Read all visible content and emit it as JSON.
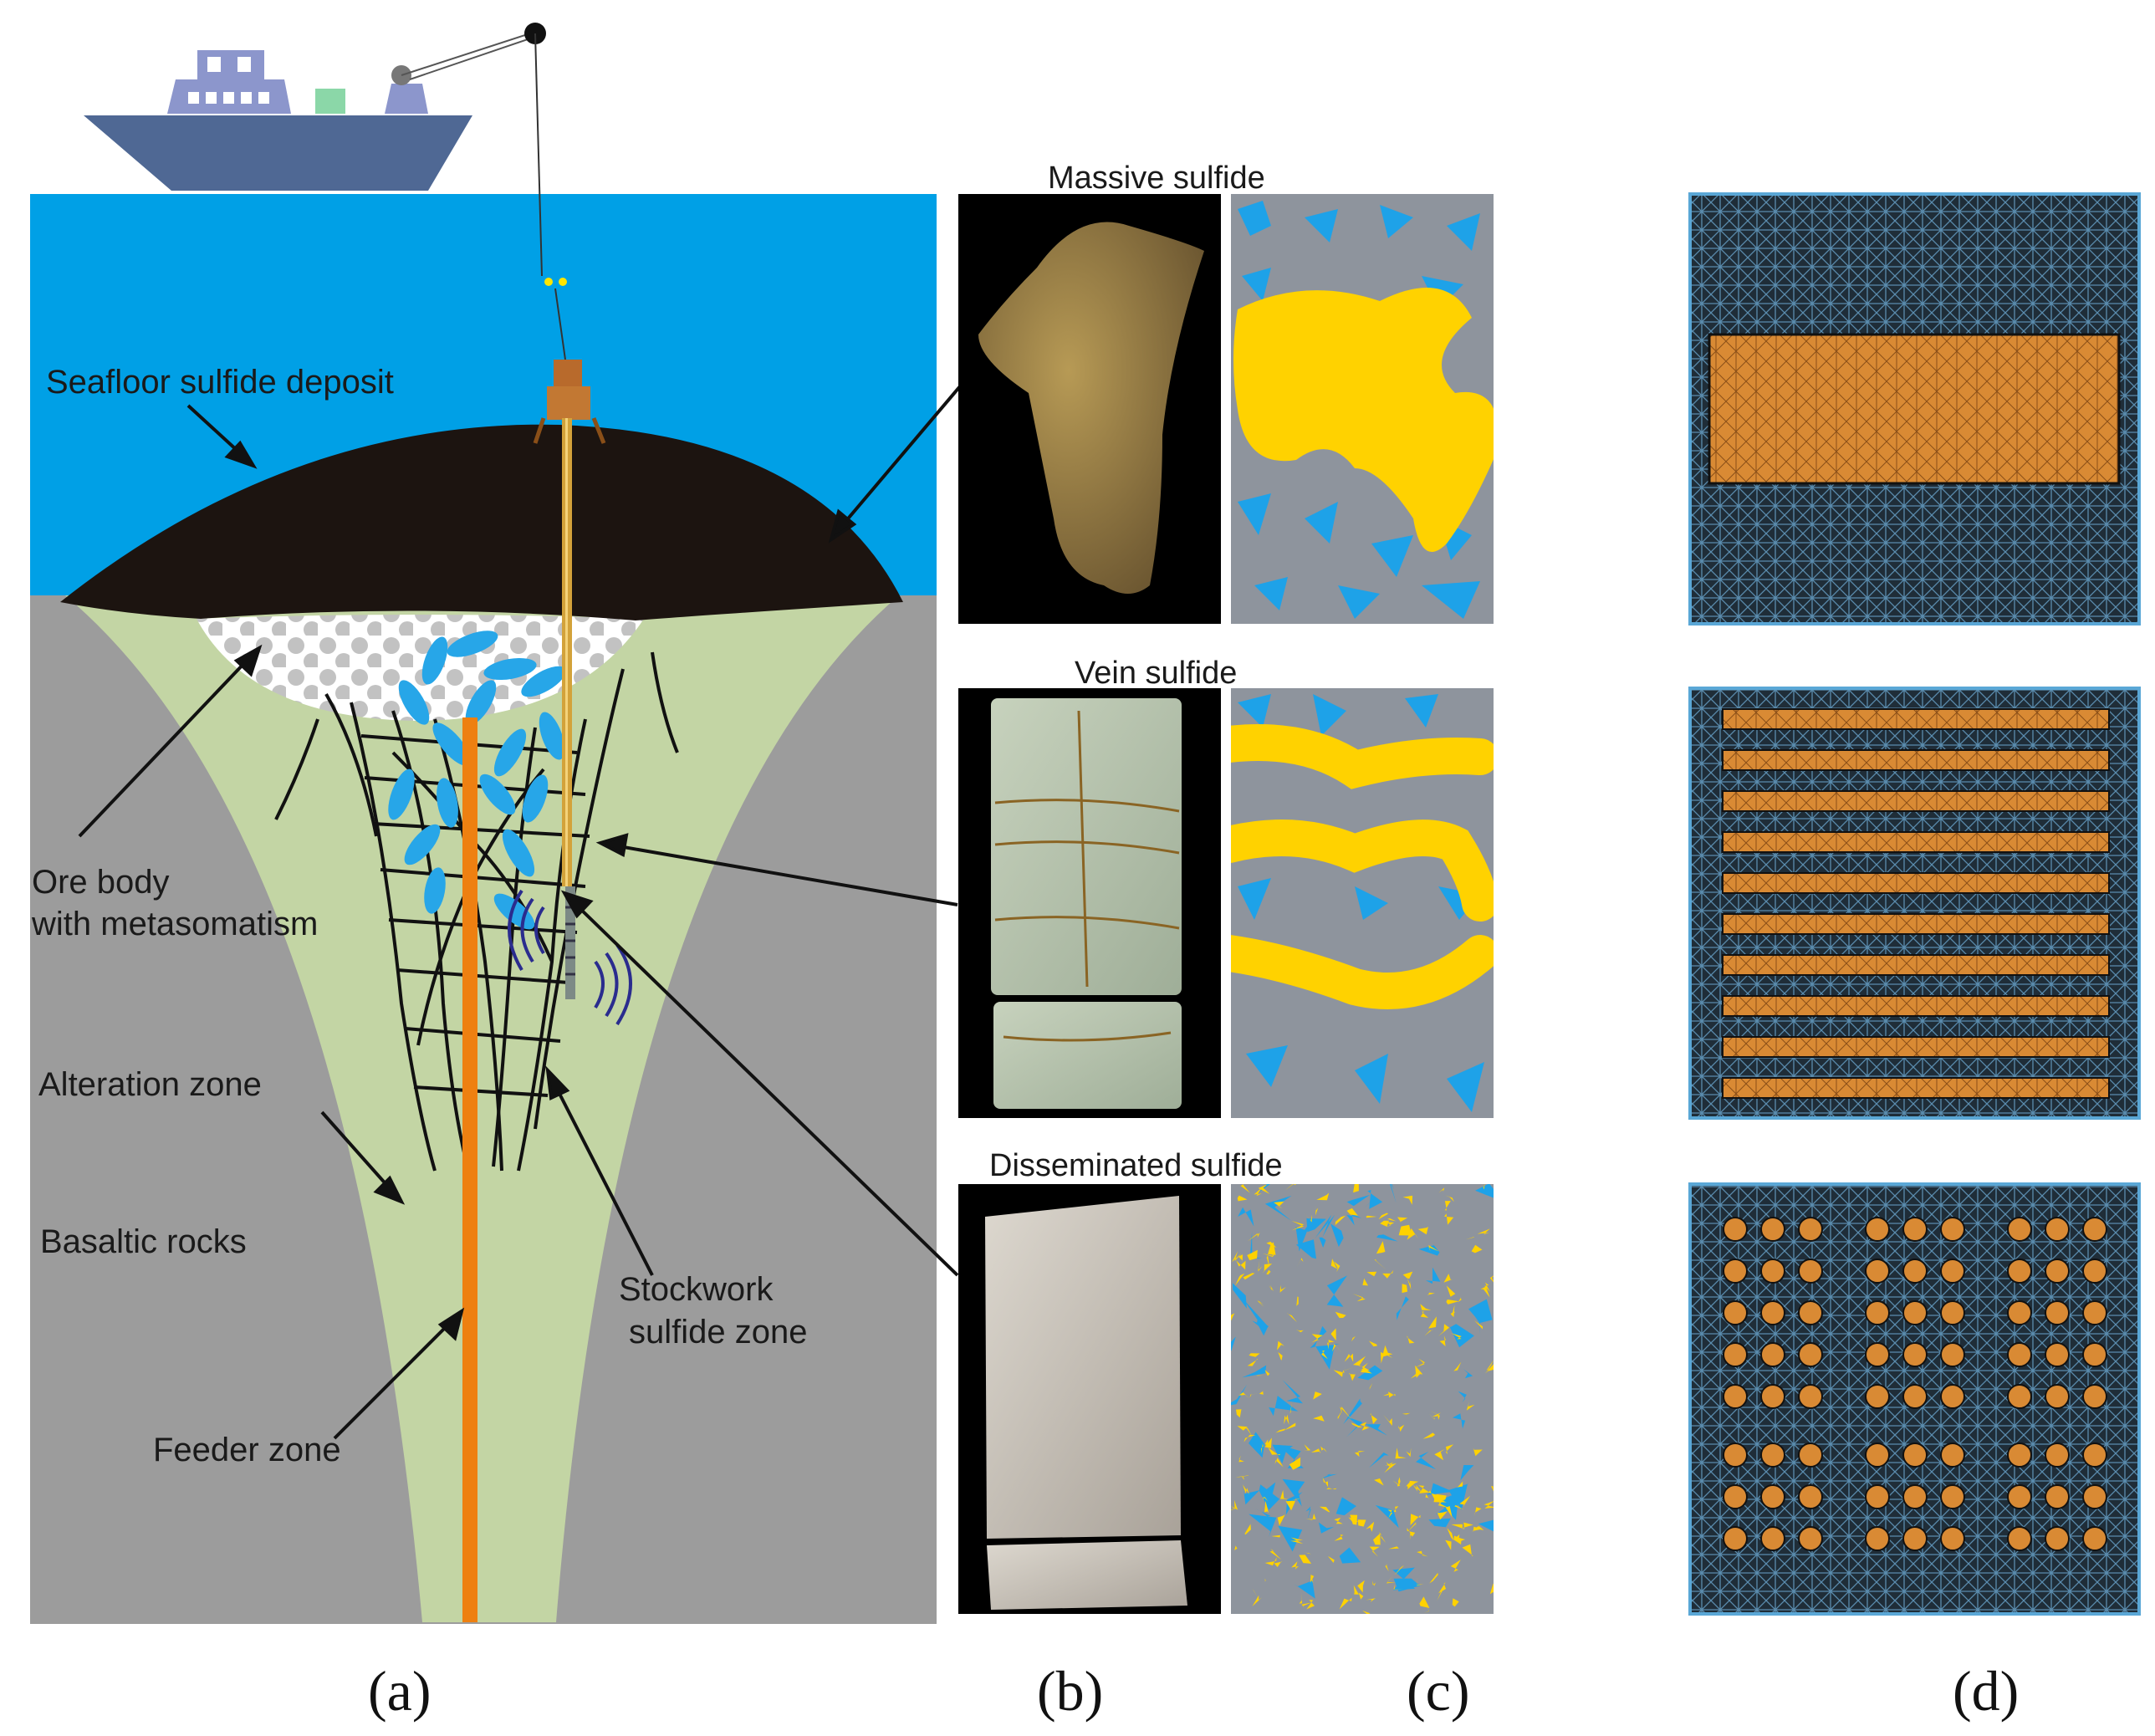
{
  "colors": {
    "sea": "#00a0e6",
    "basalt": "#9c9c9c",
    "alteration": "#c3d5a4",
    "deposit": "#1c1410",
    "feeder": "#ee8011",
    "sulfide_yellow": "#ffd200",
    "matrix_grey": "#8e949d",
    "pore_blue": "#1ea2e8",
    "mesh_dark": "#1f2d38",
    "mesh_orange": "#d98a34",
    "ship_hull": "#4f6894",
    "ship_cabin": "#8c96cc"
  },
  "panel_a": {
    "labels": {
      "seafloor_deposit": "Seafloor sulfide deposit",
      "ore_body_line1": "Ore body",
      "ore_body_line2": "with metasomatism",
      "alteration_zone": "Alteration zone",
      "basaltic_rocks": "Basaltic rocks",
      "stockwork_line1": "Stockwork",
      "stockwork_line2": "sulfide zone",
      "feeder_zone": "Feeder zone"
    },
    "icons": [
      "ship-icon",
      "drill-rig-icon",
      "borehole-probe-icon",
      "signal-wave-icon"
    ]
  },
  "rows": [
    {
      "title": "Massive sulfide"
    },
    {
      "title": "Vein sulfide"
    },
    {
      "title": "Disseminated sulfide"
    }
  ],
  "captions": {
    "a": "(a)",
    "b": "(b)",
    "c": "(c)",
    "d": "(d)"
  }
}
